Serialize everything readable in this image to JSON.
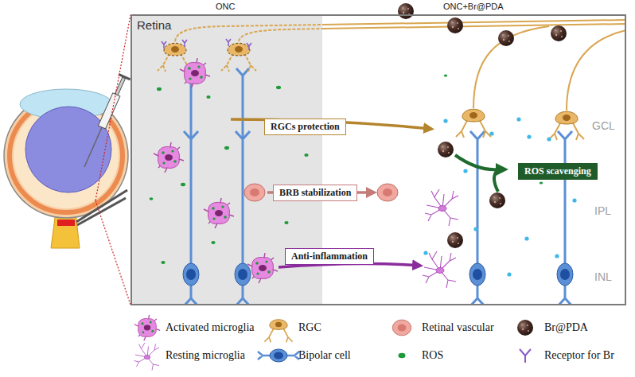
{
  "diagram": {
    "nodes": [
      {
        "text": [
          "Retina"
        ]
      },
      {
        "text": [
          "RGCs protection"
        ],
        "in": 0
      },
      {
        "text": [
          "BRB stabilization"
        ],
        "in": 0
      },
      {
        "text": [
          "Anti-inflammation"
        ],
        "in": 0
      },
      {
        "text": [
          "ROS scavenging"
        ],
        "in": 0
      }
    ],
    "labels": [
      "ONC",
      "ONC+Br@PDA",
      "GCL",
      "IPL",
      "INL"
    ],
    "legend": [
      {
        "text": "Activated microglia"
      },
      {
        "text": "RGC"
      },
      {
        "text": "Retinal vascular"
      },
      {
        "text": "Br@PDA"
      },
      {
        "text": "Resting microglia"
      },
      {
        "text": "Bipolar cell"
      },
      {
        "text": "ROS"
      },
      {
        "text": "Receptor for Br"
      }
    ]
  }
}
